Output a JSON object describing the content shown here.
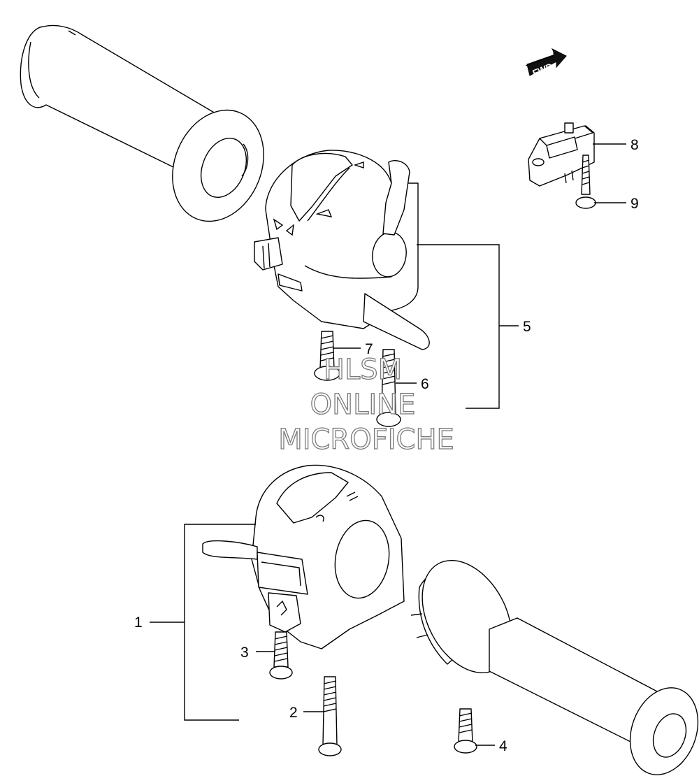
{
  "fwd_label": "FWD",
  "callouts": [
    {
      "id": "1",
      "label": "1"
    },
    {
      "id": "2",
      "label": "2"
    },
    {
      "id": "3",
      "label": "3"
    },
    {
      "id": "4",
      "label": "4"
    },
    {
      "id": "5",
      "label": "5"
    },
    {
      "id": "6",
      "label": "6"
    },
    {
      "id": "7",
      "label": "7"
    },
    {
      "id": "8",
      "label": "8"
    },
    {
      "id": "9",
      "label": "9"
    }
  ],
  "watermark": {
    "line1": "HLSM",
    "line2": "ONLINE",
    "line3": "MICROFICHE"
  }
}
